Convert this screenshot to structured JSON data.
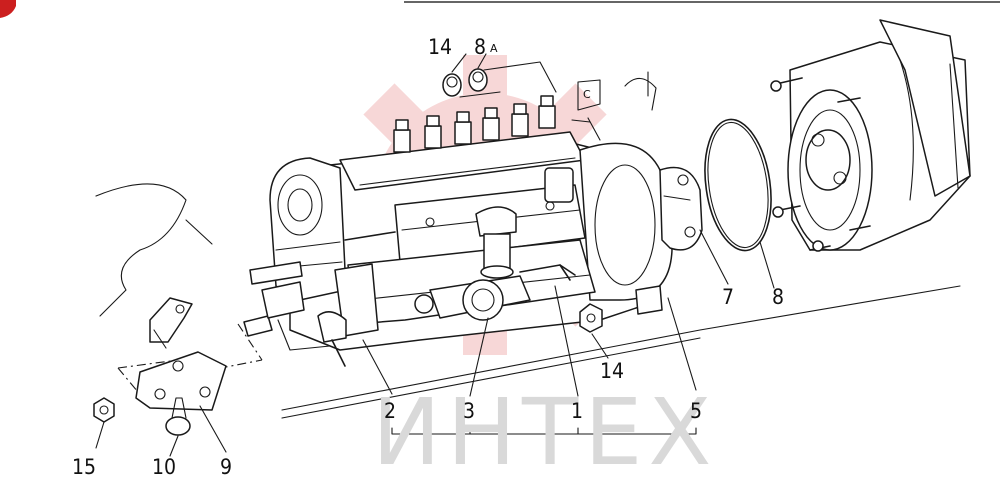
{
  "watermark": {
    "text": "ИНТЕХ",
    "color": "#f2b8b8"
  },
  "part_labels": [
    {
      "id": "label-14-top",
      "text": "14"
    },
    {
      "id": "label-8a",
      "text": "8",
      "suffix": "A"
    },
    {
      "id": "label-7",
      "text": "7"
    },
    {
      "id": "label-8",
      "text": "8"
    },
    {
      "id": "label-14-mid",
      "text": "14"
    },
    {
      "id": "label-2",
      "text": "2"
    },
    {
      "id": "label-3",
      "text": "3"
    },
    {
      "id": "label-1",
      "text": "1"
    },
    {
      "id": "label-5",
      "text": "5"
    },
    {
      "id": "label-15",
      "text": "15"
    },
    {
      "id": "label-10",
      "text": "10"
    },
    {
      "id": "label-9",
      "text": "9"
    }
  ],
  "marker": {
    "color": "#cc1f1f"
  }
}
